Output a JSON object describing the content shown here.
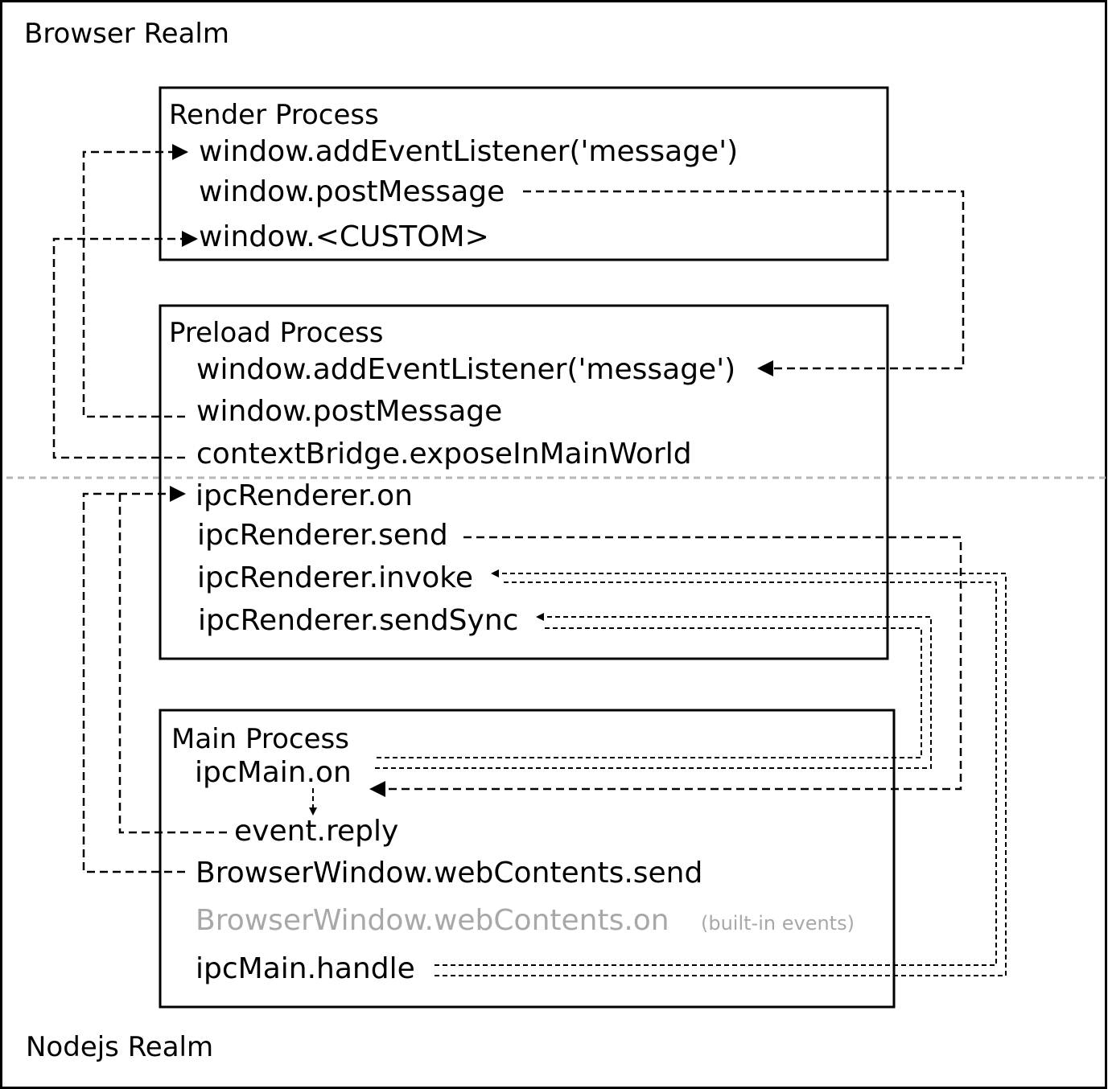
{
  "realms": {
    "browser": "Browser Realm",
    "nodejs": "Nodejs Realm"
  },
  "render_process": {
    "title": "Render Process",
    "items": [
      "window.addEventListener('message')",
      "window.postMessage",
      "window.<CUSTOM>"
    ]
  },
  "preload_process": {
    "title": "Preload Process",
    "items": [
      "window.addEventListener('message')",
      "window.postMessage",
      "contextBridge.exposeInMainWorld",
      "ipcRenderer.on",
      "ipcRenderer.send",
      "ipcRenderer.invoke",
      "ipcRenderer.sendSync"
    ]
  },
  "main_process": {
    "title": "Main Process",
    "items": [
      "ipcMain.on",
      "event.reply",
      "BrowserWindow.webContents.send",
      "BrowserWindow.webContents.on",
      "ipcMain.handle"
    ],
    "builtin_note": "(built-in events)"
  },
  "colors": {
    "line": "#000000",
    "muted_text": "#a8a8a8",
    "realm_divider": "#b5b5b5"
  }
}
